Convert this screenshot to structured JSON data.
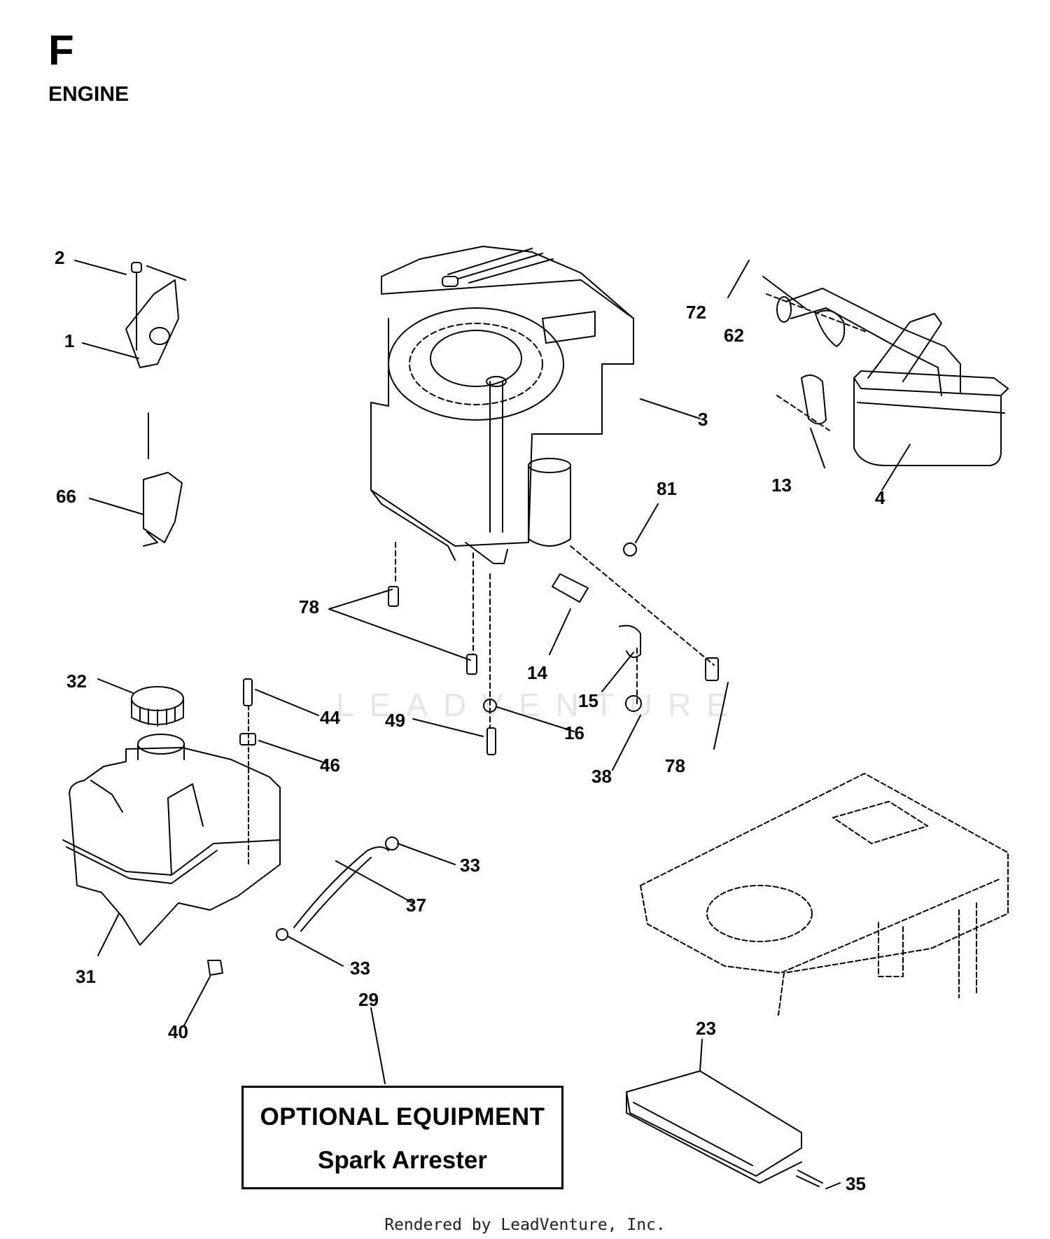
{
  "header": {
    "section_letter": "F",
    "section_title": "ENGINE"
  },
  "callouts": {
    "c1": "1",
    "c2": "2",
    "c3": "3",
    "c4": "4",
    "c13": "13",
    "c14": "14",
    "c15": "15",
    "c16": "16",
    "c23": "23",
    "c29": "29",
    "c31": "31",
    "c32": "32",
    "c33a": "33",
    "c33b": "33",
    "c35": "35",
    "c37": "37",
    "c38": "38",
    "c40": "40",
    "c44": "44",
    "c46": "46",
    "c49": "49",
    "c62": "62",
    "c66": "66",
    "c72": "72",
    "c78a": "78",
    "c78b": "78",
    "c81": "81"
  },
  "optional_box": {
    "heading": "OPTIONAL EQUIPMENT",
    "item": "Spark Arrester"
  },
  "watermark": "LEADVENTURE",
  "footer": "Rendered by LeadVenture, Inc."
}
